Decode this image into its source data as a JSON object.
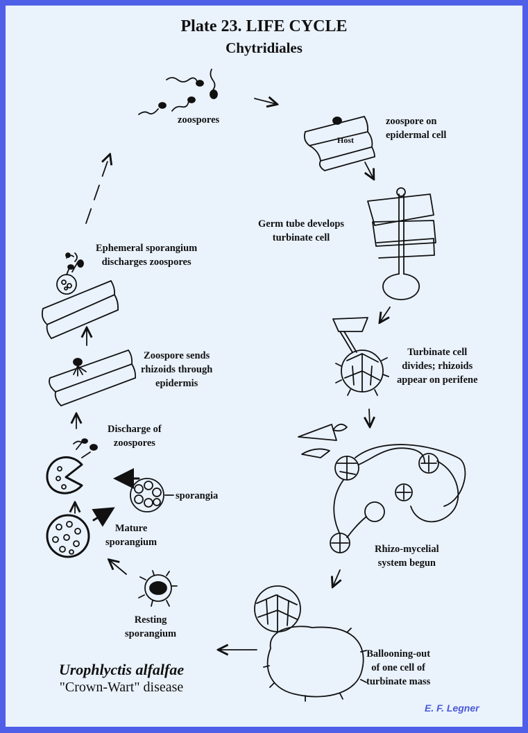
{
  "title": "Plate 23.  LIFE CYCLE",
  "subtitle": "Chytridiales",
  "labels": {
    "zoospores": "zoospores",
    "zoospore_on_epidermal": [
      "zoospore on",
      "epidermal cell"
    ],
    "host": "Host",
    "germ_tube": [
      "Germ tube develops",
      "turbinate cell"
    ],
    "turbinate_divides": [
      "Turbinate cell",
      "divides; rhizoids",
      "appear on perifene"
    ],
    "rhizo_mycelial": [
      "Rhizo-mycelial",
      "system begun"
    ],
    "ballooning": [
      "Ballooning-out",
      "of one cell of",
      "turbinate mass"
    ],
    "resting": [
      "Resting",
      "sporangium"
    ],
    "mature": [
      "Mature",
      "sporangium"
    ],
    "sporangia": "sporangia",
    "discharge": [
      "Discharge of",
      "zoospores"
    ],
    "rhizoids": [
      "Zoospore sends",
      "rhizoids through",
      "epidermis"
    ],
    "ephemeral": [
      "Ephemeral sporangium",
      "discharges zoospores"
    ]
  },
  "species": "Urophlyctis alfalfae",
  "disease": "\"Crown-Wart\" disease",
  "credit": "E. F. Legner",
  "colors": {
    "frame": "#4f5fe8",
    "background": "#eaf2fc",
    "ink": "#111111",
    "credit": "#4a58d8"
  }
}
